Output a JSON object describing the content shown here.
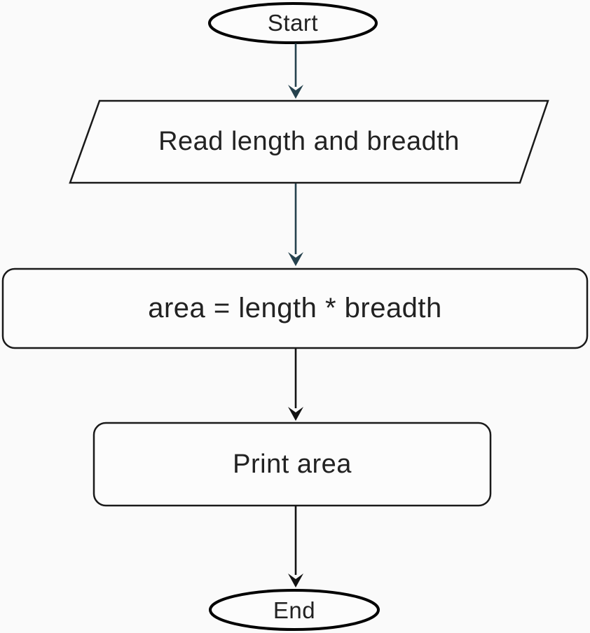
{
  "diagram": {
    "type": "flowchart",
    "nodes": [
      {
        "id": "start",
        "shape": "terminator",
        "label": "Start"
      },
      {
        "id": "read",
        "shape": "parallelogram",
        "label": "Read length and breadth"
      },
      {
        "id": "process",
        "shape": "rounded-rect",
        "label": "area = length * breadth"
      },
      {
        "id": "print",
        "shape": "rounded-rect",
        "label": "Print area"
      },
      {
        "id": "end",
        "shape": "terminator",
        "label": "End"
      }
    ],
    "edges": [
      {
        "from": "start",
        "to": "read",
        "arrow_color": "#25414d"
      },
      {
        "from": "read",
        "to": "process",
        "arrow_color": "#25414d"
      },
      {
        "from": "process",
        "to": "print",
        "arrow_color": "#121212"
      },
      {
        "from": "print",
        "to": "end",
        "arrow_color": "#121212"
      }
    ]
  },
  "colors": {
    "background": "#fafafa",
    "shape_fill": "#fcfcfc",
    "shape_border": "#1a1a1a",
    "arrow_teal": "#25414d",
    "arrow_black": "#121212",
    "text": "#222222"
  }
}
